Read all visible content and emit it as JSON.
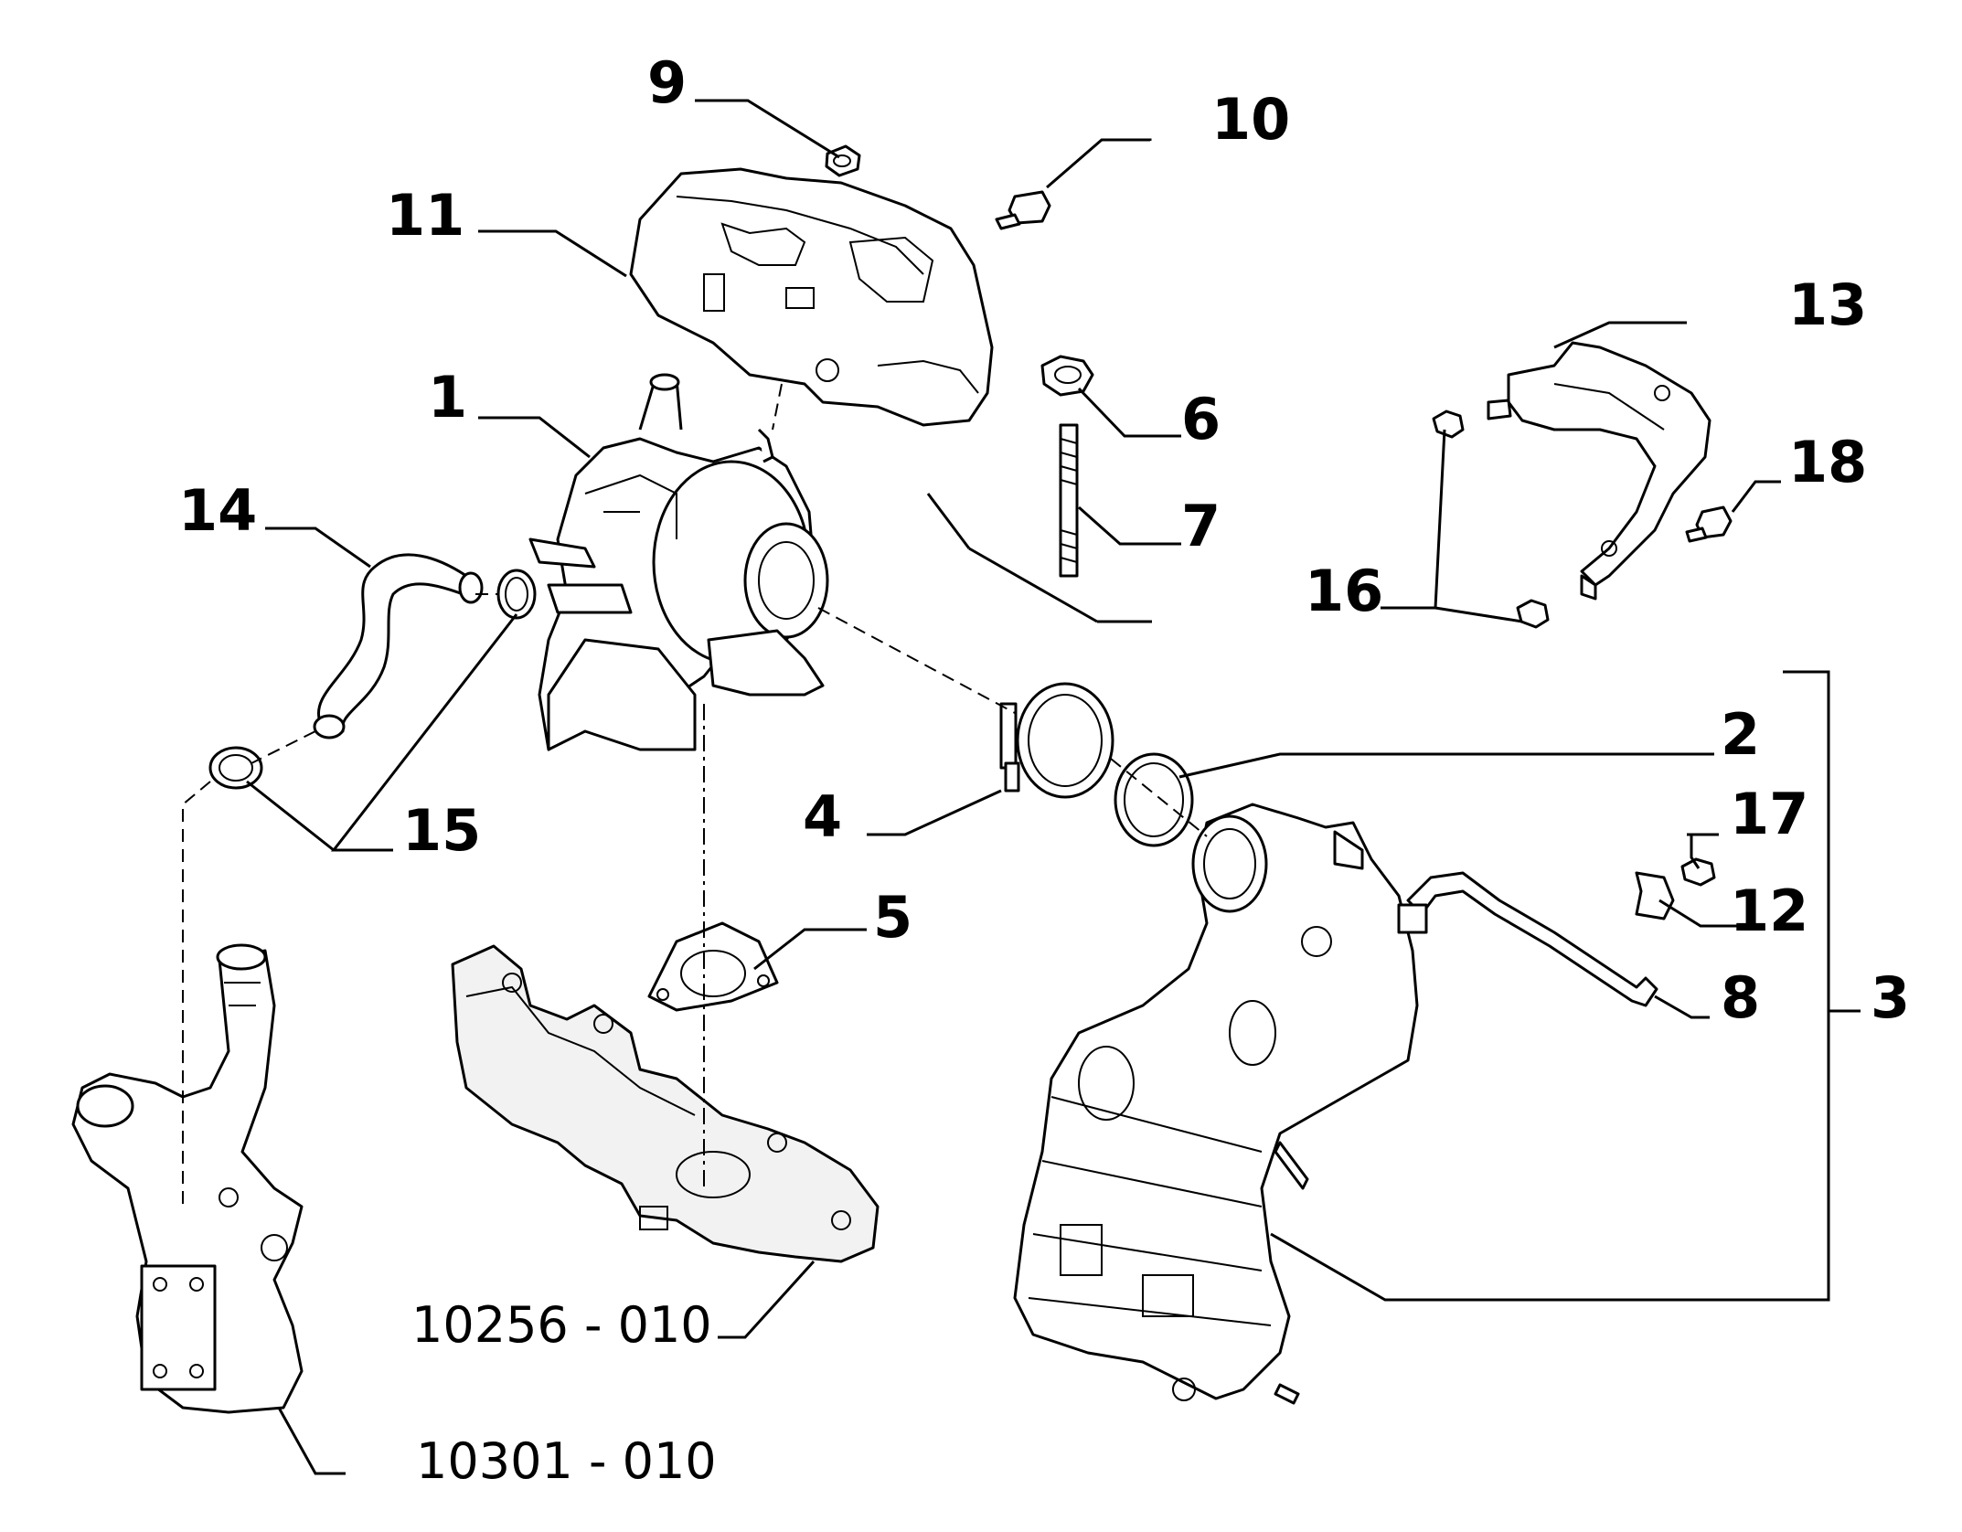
{
  "labels": {
    "p1": "1",
    "p2": "2",
    "p3": "3",
    "p4": "4",
    "p5": "5",
    "p6": "6",
    "p7": "7",
    "p8": "8",
    "p9": "9",
    "p10": "10",
    "p11": "11",
    "p12": "12",
    "p13": "13",
    "p14": "14",
    "p15": "15",
    "p16": "16",
    "p17": "17",
    "p18": "18"
  },
  "references": {
    "exhaust_manifold": "10256 - 010",
    "oil_filter_housing": "10301 - 010"
  },
  "colors": {
    "line": "#000000",
    "background": "#ffffff"
  }
}
